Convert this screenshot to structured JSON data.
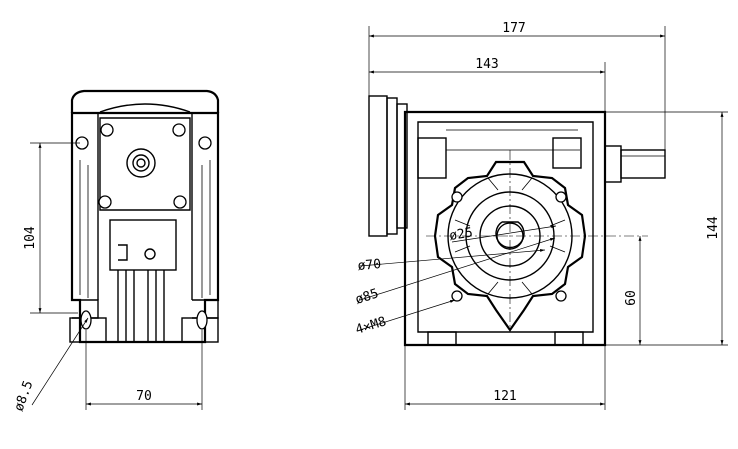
{
  "drawing": {
    "front_view": {
      "dim_height": "104",
      "dim_width": "70",
      "dim_hole_dia": "ø8.5"
    },
    "side_view": {
      "dim_overall_length": "177",
      "dim_body_length": "143",
      "dim_overall_height": "144",
      "dim_center_height": "60",
      "dim_base_width": "121",
      "dim_bore_dia": "ø25",
      "dim_pilot_dia": "ø70",
      "dim_pcd": "ø85",
      "dim_threads": "4×M8"
    }
  }
}
